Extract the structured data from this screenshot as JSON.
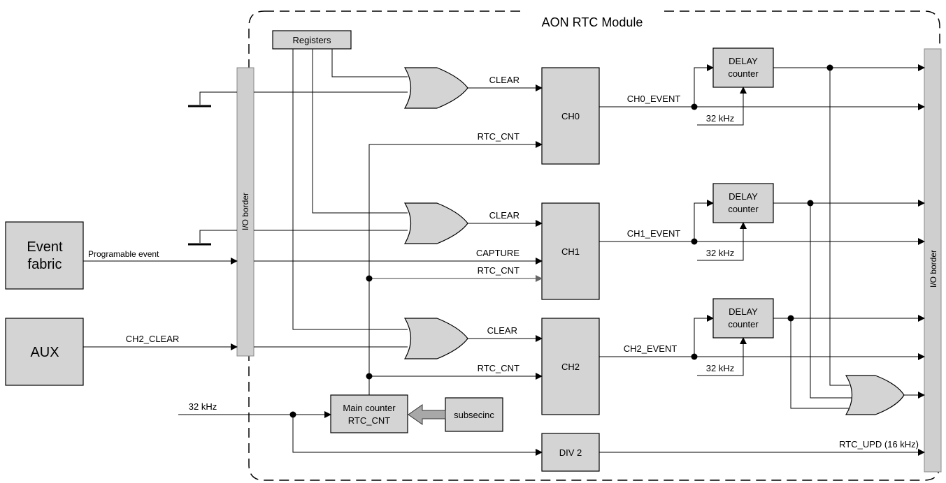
{
  "module": {
    "title": "AON RTC Module"
  },
  "registers": {
    "label": "Registers"
  },
  "event_fabric": {
    "line1": "Event",
    "line2": "fabric"
  },
  "aux": {
    "label": "AUX"
  },
  "io_border_left": {
    "label": "I/O border"
  },
  "io_border_right": {
    "label": "I/O border"
  },
  "channels": {
    "ch0": {
      "label": "CH0",
      "event": "CH0_EVENT",
      "clear": "CLEAR",
      "rtc_cnt": "RTC_CNT"
    },
    "ch1": {
      "label": "CH1",
      "event": "CH1_EVENT",
      "clear": "CLEAR",
      "capture": "CAPTURE",
      "rtc_cnt": "RTC_CNT"
    },
    "ch2": {
      "label": "CH2",
      "event": "CH2_EVENT",
      "clear": "CLEAR",
      "rtc_cnt": "RTC_CNT"
    }
  },
  "delay": {
    "line1": "DELAY",
    "line2": "counter",
    "clock": "32 kHz"
  },
  "main_counter": {
    "line1": "Main counter",
    "line2": "RTC_CNT"
  },
  "subsecinc": {
    "label": "subsecinc"
  },
  "div2": {
    "label": "DIV 2"
  },
  "signals": {
    "programable_event": "Programable event",
    "ch2_clear": "CH2_CLEAR",
    "clk_in": "32 kHz",
    "rtc_upd": "RTC_UPD (16 kHz)"
  }
}
